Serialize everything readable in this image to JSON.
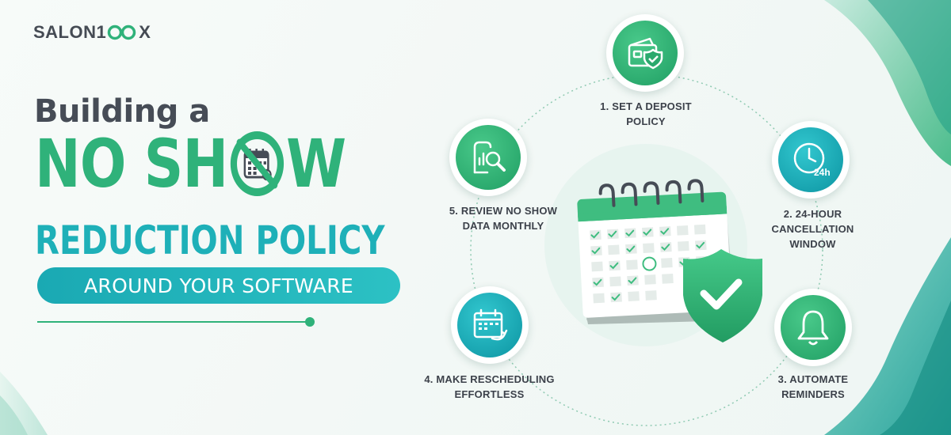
{
  "brand": {
    "logo_left": "SALON1",
    "logo_right": "X"
  },
  "headline": {
    "line1": "Building a",
    "line2_left": "NO SH",
    "line2_right": "W",
    "line3": "REDUCTION POLICY",
    "pill": "AROUND YOUR SOFTWARE"
  },
  "steps": [
    {
      "line1": "1. SET A DEPOSIT",
      "line2": "POLICY",
      "icon": "wallet-shield-icon"
    },
    {
      "line1": "2. 24-HOUR",
      "line2": "CANCELLATION",
      "line3": "WINDOW",
      "icon": "clock-24h-icon"
    },
    {
      "line1": "3. AUTOMATE",
      "line2": "REMINDERS",
      "icon": "bell-icon"
    },
    {
      "line1": "4. MAKE RESCHEDULING",
      "line2": "EFFORTLESS",
      "icon": "calendar-reschedule-icon"
    },
    {
      "line1": "5. REVIEW NO SHOW",
      "line2": "DATA MONTHLY",
      "icon": "report-magnifier-icon"
    }
  ],
  "clock_badge": "24h",
  "colors": {
    "green": "#2fb27a",
    "teal": "#1eb0b8",
    "dark_text": "#464c56"
  }
}
